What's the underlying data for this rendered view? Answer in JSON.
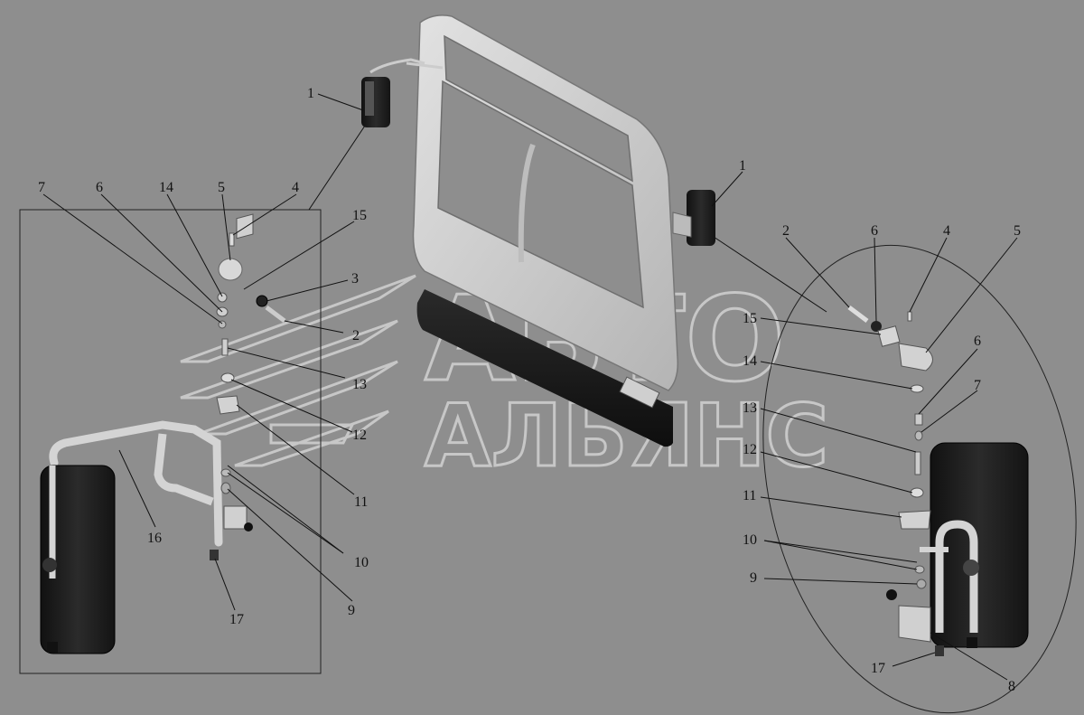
{
  "watermark": {
    "line1": "АВТО",
    "line2": "АЛЬЯНС"
  },
  "callouts": {
    "c1a": "1",
    "c1b": "1",
    "c7L": "7",
    "c6L": "6",
    "c14L": "14",
    "c5L": "5",
    "c4L": "4",
    "c15L": "15",
    "c3L": "3",
    "c2L": "2",
    "c13L": "13",
    "c12L": "12",
    "c11L": "11",
    "c16L": "16",
    "c10L": "10",
    "c9L": "9",
    "c17L": "17",
    "c2R": "2",
    "c6R": "6",
    "c4R": "4",
    "c5R": "5",
    "c15R": "15",
    "c6R2": "6",
    "c14R": "14",
    "c7R": "7",
    "c13R": "13",
    "c12R": "12",
    "c11R": "11",
    "c10R": "10",
    "c9R": "9",
    "c17R": "17",
    "c8R": "8"
  },
  "colors": {
    "background": "#8e8e8e",
    "part_light": "#d4d4d4",
    "part_dark": "#1c1c1c",
    "watermark": "#c7c7c7"
  }
}
